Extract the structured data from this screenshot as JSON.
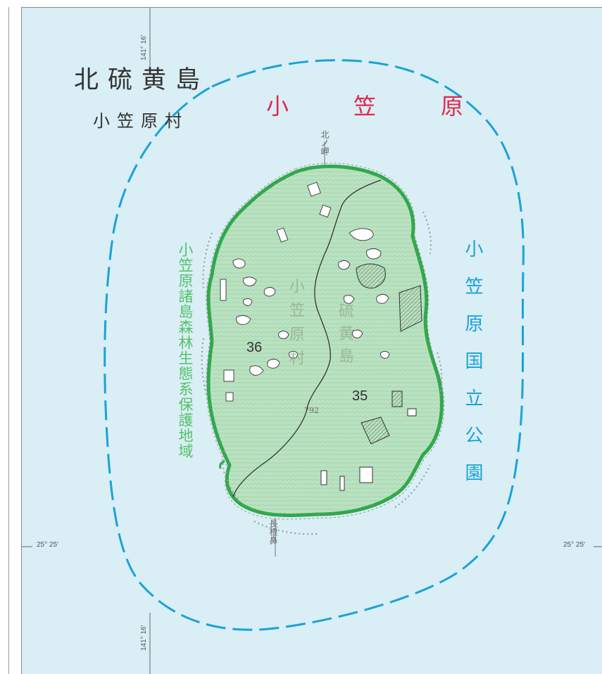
{
  "map": {
    "island_name": "北硫黄島",
    "village": "小笠原村",
    "region_label": "小　笠　原",
    "park_label": "小笠原国立公園",
    "forest_label": "小笠原諸島森林生態系保護地域",
    "area_number_west": "36",
    "area_number_east": "35",
    "north_cape": "北ノ岬",
    "south_cape": "長根鼻",
    "elevation": "792",
    "muni_west": "小笠原村",
    "muni_east": "硫黄島",
    "coords": {
      "lon_top": "141° 16′",
      "lon_bottom": "141° 16′",
      "lat_left": "25° 25′",
      "lat_right": "25° 25′"
    },
    "colors": {
      "sea": "#d9eef5",
      "land": "#b9e2c0",
      "coast": "#2fa84a",
      "park_boundary": "#1aa2d8",
      "region_text": "#e0284f",
      "forest_text": "#55c26a"
    }
  }
}
